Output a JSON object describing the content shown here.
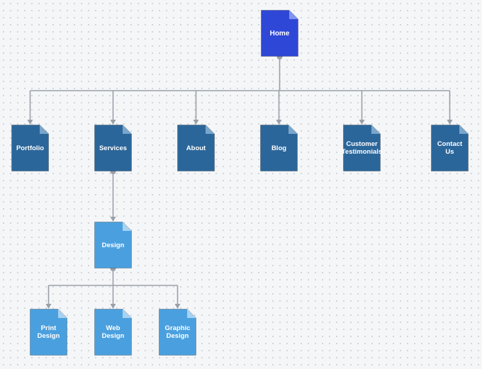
{
  "colors": {
    "root": "#2f47d6",
    "section": "#2b669a",
    "subsection": "#4aa0df",
    "fold_root": "#7f93f0",
    "fold_section": "#7aa6cc",
    "fold_subsection": "#a7d2f2",
    "connector": "#9aa0a8"
  },
  "nodes": [
    {
      "id": "home",
      "label": "Home",
      "level": 0,
      "icon": "document-icon"
    },
    {
      "id": "portfolio",
      "label": "Portfolio",
      "level": 1,
      "parent": "home",
      "icon": "document-icon"
    },
    {
      "id": "services",
      "label": "Services",
      "level": 1,
      "parent": "home",
      "icon": "document-icon"
    },
    {
      "id": "about",
      "label": "About",
      "level": 1,
      "parent": "home",
      "icon": "document-icon"
    },
    {
      "id": "blog",
      "label": "Blog",
      "level": 1,
      "parent": "home",
      "icon": "document-icon"
    },
    {
      "id": "testimonials",
      "label": "Customer\nTestimonials",
      "level": 1,
      "parent": "home",
      "icon": "document-icon"
    },
    {
      "id": "contact",
      "label": "Contact\nUs",
      "level": 1,
      "parent": "home",
      "icon": "document-icon"
    },
    {
      "id": "design",
      "label": "Design",
      "level": 2,
      "parent": "services",
      "icon": "document-icon"
    },
    {
      "id": "print-design",
      "label": "Print\nDesign",
      "level": 3,
      "parent": "design",
      "icon": "document-icon"
    },
    {
      "id": "web-design",
      "label": "Web\nDesign",
      "level": 3,
      "parent": "design",
      "icon": "document-icon"
    },
    {
      "id": "graphic-design",
      "label": "Graphic\nDesign",
      "level": 3,
      "parent": "design",
      "icon": "document-icon"
    }
  ]
}
